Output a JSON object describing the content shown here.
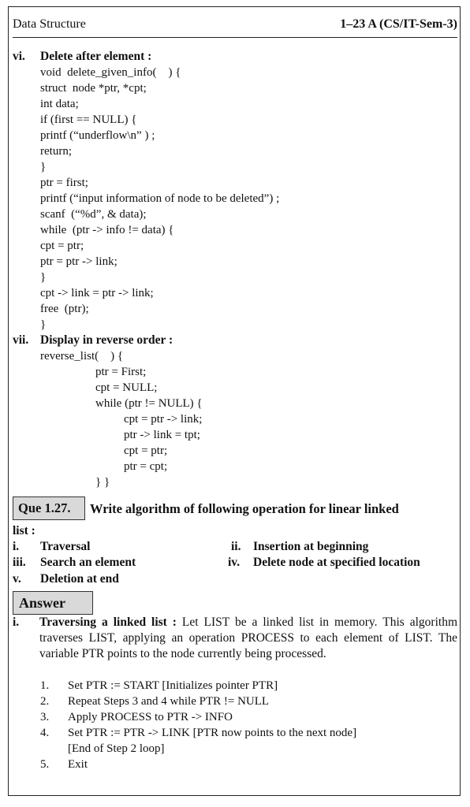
{
  "header": {
    "left": "Data Structure",
    "right": "1–23 A (CS/IT-Sem-3)"
  },
  "section_vi": {
    "marker": "vi.",
    "title": "Delete after element :",
    "code": [
      "void  delete_given_info(    ) {",
      "struct  node *ptr, *cpt;",
      "int data;",
      "if (first == NULL) {",
      "printf (“underflow\\n” ) ;",
      "return;",
      "}",
      "ptr = first;",
      "printf (“input information of node to be deleted”) ;",
      "scanf  (“%d”, & data);",
      "while  (ptr -> info != data) {",
      "cpt = ptr;",
      "ptr = ptr -> link;",
      "}",
      "cpt -> link = ptr -> link;",
      "free  (ptr);",
      "}"
    ]
  },
  "section_vii": {
    "marker": "vii.",
    "title": "Display in reverse order :",
    "code": [
      "reverse_list(    ) {",
      "ptr = First;",
      "cpt = NULL;",
      "while (ptr != NULL) {",
      "cpt = ptr -> link;",
      "ptr -> link = tpt;",
      "cpt = ptr;",
      "ptr = cpt;",
      "} }"
    ]
  },
  "question": {
    "label": "Que 1.27.",
    "text": "Write algorithm of following operation for linear linked",
    "text_cont": "list :",
    "options": [
      {
        "num": "i.",
        "text": "Traversal"
      },
      {
        "num": "ii.",
        "text": "Insertion at beginning"
      },
      {
        "num": "iii.",
        "text": "Search an element"
      },
      {
        "num": "iv.",
        "text": "Delete node at specified location"
      },
      {
        "num": "v.",
        "text": "Deletion at end"
      }
    ]
  },
  "answer": {
    "label": "Answer",
    "item_marker": "i.",
    "lead": "Traversing a linked list :",
    "body": " Let LIST be a linked list in memory. This algorithm traverses LIST, applying an operation PROCESS to each element of LIST. The variable PTR points to the node currently being processed.",
    "steps": [
      {
        "num": "1.",
        "text": "Set PTR := START [Initializes pointer PTR]"
      },
      {
        "num": "2.",
        "text": "Repeat Steps 3 and 4 while PTR != NULL"
      },
      {
        "num": "3.",
        "text": "Apply PROCESS to PTR -> INFO"
      },
      {
        "num": "4.",
        "text": "Set PTR := PTR -> LINK [PTR now points to the next node]"
      },
      {
        "num": "",
        "text": "[End of Step 2 loop]"
      },
      {
        "num": "5.",
        "text": "Exit"
      }
    ]
  }
}
